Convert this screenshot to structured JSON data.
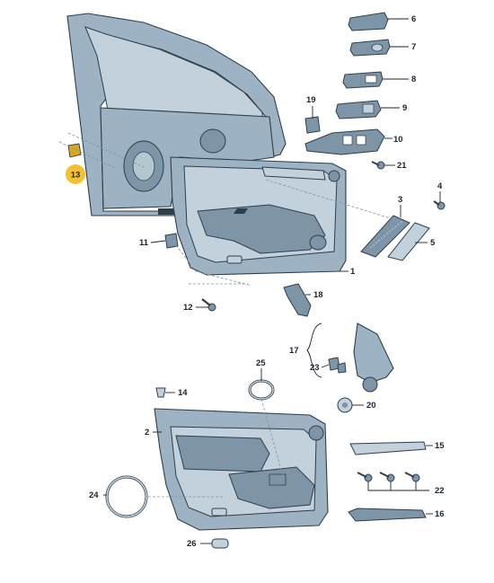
{
  "parts": [
    {
      "id": "1",
      "label": "1"
    },
    {
      "id": "2",
      "label": "2"
    },
    {
      "id": "3",
      "label": "3"
    },
    {
      "id": "4",
      "label": "4"
    },
    {
      "id": "5",
      "label": "5"
    },
    {
      "id": "6",
      "label": "6"
    },
    {
      "id": "7",
      "label": "7"
    },
    {
      "id": "8",
      "label": "8"
    },
    {
      "id": "9",
      "label": "9"
    },
    {
      "id": "10",
      "label": "10"
    },
    {
      "id": "11",
      "label": "11"
    },
    {
      "id": "12",
      "label": "12"
    },
    {
      "id": "13",
      "label": "13",
      "highlight": true,
      "highlight_color": "#f2c230"
    },
    {
      "id": "14",
      "label": "14"
    },
    {
      "id": "15",
      "label": "15"
    },
    {
      "id": "16",
      "label": "16"
    },
    {
      "id": "17",
      "label": "17"
    },
    {
      "id": "18",
      "label": "18"
    },
    {
      "id": "19",
      "label": "19"
    },
    {
      "id": "20",
      "label": "20"
    },
    {
      "id": "21",
      "label": "21"
    },
    {
      "id": "22",
      "label": "22"
    },
    {
      "id": "23",
      "label": "23"
    },
    {
      "id": "24",
      "label": "24"
    },
    {
      "id": "25",
      "label": "25"
    },
    {
      "id": "26",
      "label": "26"
    }
  ],
  "colors": {
    "part_fill": "#9db2c2",
    "part_outline": "#2f3e4b",
    "label_text": "#1c2530",
    "highlight": "#f2c230"
  }
}
